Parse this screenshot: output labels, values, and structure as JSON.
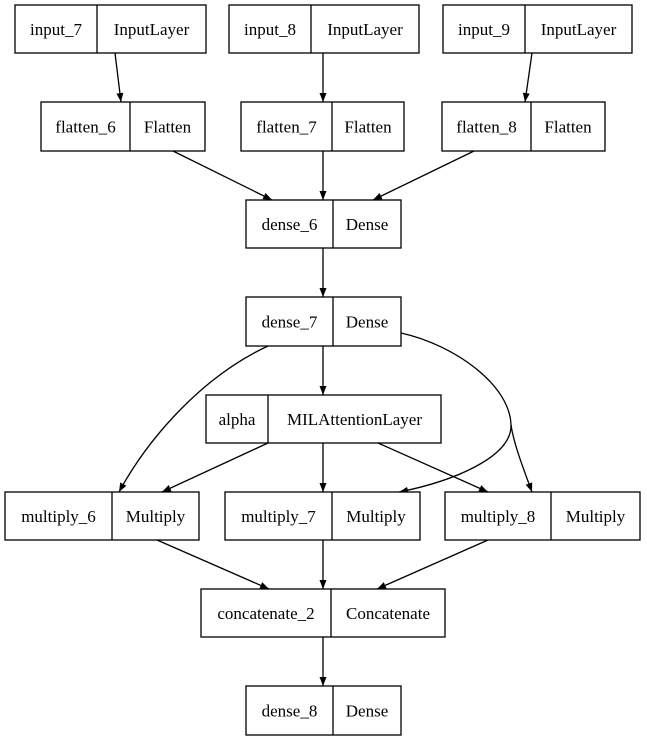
{
  "diagram": {
    "type": "keras-model-plot",
    "colors": {
      "stroke": "#000000",
      "background": "#ffffff",
      "text": "#000000"
    },
    "nodes": [
      {
        "id": "input_7",
        "name": "input_7",
        "layer_type": "InputLayer"
      },
      {
        "id": "input_8",
        "name": "input_8",
        "layer_type": "InputLayer"
      },
      {
        "id": "input_9",
        "name": "input_9",
        "layer_type": "InputLayer"
      },
      {
        "id": "flatten_6",
        "name": "flatten_6",
        "layer_type": "Flatten"
      },
      {
        "id": "flatten_7",
        "name": "flatten_7",
        "layer_type": "Flatten"
      },
      {
        "id": "flatten_8",
        "name": "flatten_8",
        "layer_type": "Flatten"
      },
      {
        "id": "dense_6",
        "name": "dense_6",
        "layer_type": "Dense"
      },
      {
        "id": "dense_7",
        "name": "dense_7",
        "layer_type": "Dense"
      },
      {
        "id": "alpha",
        "name": "alpha",
        "layer_type": "MILAttentionLayer"
      },
      {
        "id": "multiply_6",
        "name": "multiply_6",
        "layer_type": "Multiply"
      },
      {
        "id": "multiply_7",
        "name": "multiply_7",
        "layer_type": "Multiply"
      },
      {
        "id": "multiply_8",
        "name": "multiply_8",
        "layer_type": "Multiply"
      },
      {
        "id": "concatenate_2",
        "name": "concatenate_2",
        "layer_type": "Concatenate"
      },
      {
        "id": "dense_8",
        "name": "dense_8",
        "layer_type": "Dense"
      }
    ],
    "edges": [
      {
        "from": "input_7",
        "to": "flatten_6"
      },
      {
        "from": "input_8",
        "to": "flatten_7"
      },
      {
        "from": "input_9",
        "to": "flatten_8"
      },
      {
        "from": "flatten_6",
        "to": "dense_6"
      },
      {
        "from": "flatten_7",
        "to": "dense_6"
      },
      {
        "from": "flatten_8",
        "to": "dense_6"
      },
      {
        "from": "dense_6",
        "to": "dense_7"
      },
      {
        "from": "dense_7",
        "to": "alpha"
      },
      {
        "from": "dense_7",
        "to": "multiply_6"
      },
      {
        "from": "dense_7",
        "to": "multiply_7"
      },
      {
        "from": "dense_7",
        "to": "multiply_8"
      },
      {
        "from": "alpha",
        "to": "multiply_6"
      },
      {
        "from": "alpha",
        "to": "multiply_7"
      },
      {
        "from": "alpha",
        "to": "multiply_8"
      },
      {
        "from": "multiply_6",
        "to": "concatenate_2"
      },
      {
        "from": "multiply_7",
        "to": "concatenate_2"
      },
      {
        "from": "multiply_8",
        "to": "concatenate_2"
      },
      {
        "from": "concatenate_2",
        "to": "dense_8"
      }
    ]
  }
}
